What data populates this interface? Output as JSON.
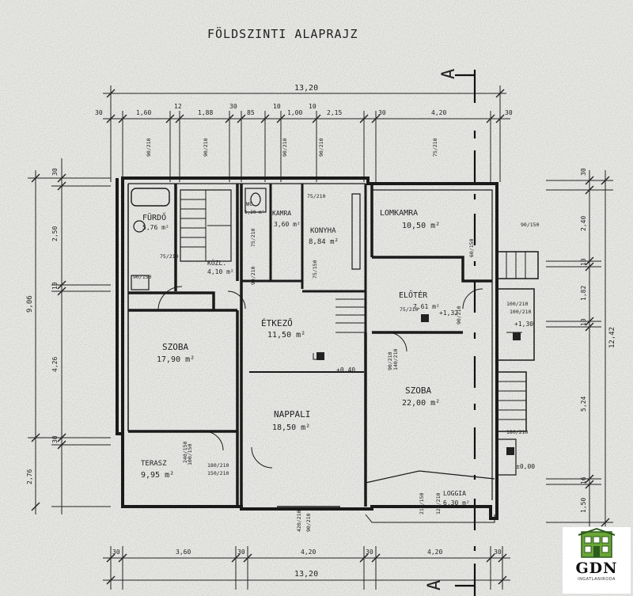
{
  "title": "FÖLDSZINTI ALAPRAJZ",
  "section_marker": "A",
  "rooms": [
    {
      "name": "FÜRDŐ",
      "area": "5,76 m²"
    },
    {
      "name": "WC",
      "area": "1,20 m²"
    },
    {
      "name": "KAMRA",
      "area": "3,60 m²"
    },
    {
      "name": "KONYHA",
      "area": "8,84 m²"
    },
    {
      "name": "LOMKAMRA",
      "area": "10,50 m²"
    },
    {
      "name": "KÖZL.",
      "area": "4,10 m²"
    },
    {
      "name": "ELŐTÉR",
      "area": "7,61 m²"
    },
    {
      "name": "ÉTKEZŐ",
      "area": "11,50 m²"
    },
    {
      "name": "SZOBA",
      "area": "17,90 m²"
    },
    {
      "name": "SZOBA",
      "area": "22,00 m²"
    },
    {
      "name": "NAPPALI",
      "area": "18,50 m²"
    },
    {
      "name": "TERASZ",
      "area": "9,95 m²"
    },
    {
      "name": "LOGGIA",
      "area": "6,30 m²"
    }
  ],
  "levels": [
    "+0,40",
    "+1,32",
    "+1,30",
    "±0,00"
  ],
  "dims_top": {
    "overall": "13,20",
    "segments": [
      "30",
      "1,60",
      "12",
      "1,88",
      "30",
      "85",
      "10",
      "1,00",
      "10",
      "2,15",
      "30",
      "4,20",
      "30"
    ]
  },
  "dims_bottom": {
    "overall": "13,20",
    "segments": [
      "30",
      "3,60",
      "30",
      "4,20",
      "30",
      "4,20",
      "30"
    ]
  },
  "dims_left": {
    "overall": "9,06",
    "segments": [
      "30",
      "2,50",
      "10",
      "4,26",
      "30",
      "2,76"
    ]
  },
  "dims_right": {
    "overall": "12,42",
    "segments": [
      "30",
      "2,40",
      "10",
      "1,82",
      "10",
      "5,24",
      "16",
      "1,50"
    ]
  },
  "openings": [
    "90/210",
    "90/210",
    "90/210",
    "90/210",
    "75/210",
    "75/210",
    "75/210",
    "75/210",
    "90/210",
    "75/150",
    "90/150",
    "60/150",
    "90/150",
    "75/210",
    "90/210",
    "90/210",
    "140/210",
    "100/210",
    "100/210",
    "180/210",
    "240/150",
    "180/210",
    "150/210",
    "100/150",
    "420/210",
    "210/150",
    "120/210",
    "90/210"
  ],
  "logo": {
    "text": "GDN",
    "sub": "INGATLANIRODA"
  },
  "colors": {
    "paper": "#e9e9e6",
    "ink": "#222222",
    "logo_green": "#6aa636",
    "logo_dark": "#2d5a1e"
  }
}
